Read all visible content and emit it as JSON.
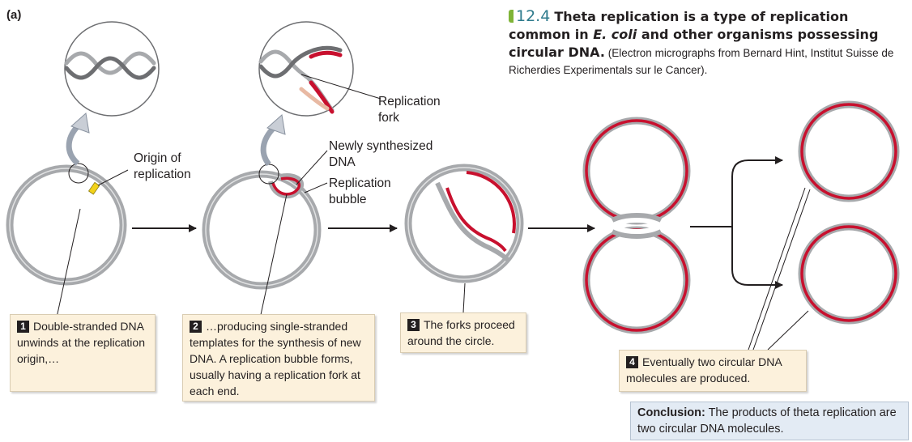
{
  "panel_letter": "(a)",
  "caption": {
    "number": "12.4",
    "title_before": "Theta replication is a type of replication common in ",
    "title_italic": "E. coli",
    "title_after": " and other organisms possessing circular DNA.",
    "credit": "(Electron micrographs from Bernard Hint, Institut Suisse de Richerdies Experimentals sur le Cancer)."
  },
  "labels": {
    "origin": "Origin of replication",
    "fork": "Replication fork",
    "new_dna": "Newly synthesized DNA",
    "bubble": "Replication bubble"
  },
  "steps": [
    {
      "number": "1",
      "text": "Double-stranded DNA unwinds at the replication origin,…"
    },
    {
      "number": "2",
      "text": "…producing single-stranded templates for the synthesis of new DNA. A replication bubble forms, usually having a replication fork at each end."
    },
    {
      "number": "3",
      "text": "The forks proceed around the circle."
    },
    {
      "number": "4",
      "text": "Eventually two circular DNA molecules are produced."
    }
  ],
  "conclusion": {
    "label": "Conclusion:",
    "text": "The products of theta replication are two circular DNA molecules."
  },
  "colors": {
    "parental_strand": "#a7a9ac",
    "new_strand": "#c8102e",
    "origin_marker": "#f2d21a",
    "step_box": "#fcf1dc",
    "conclusion_box": "#e3ebf4",
    "caption_number": "#2d7a8c",
    "caption_tab": "#7fb437"
  }
}
